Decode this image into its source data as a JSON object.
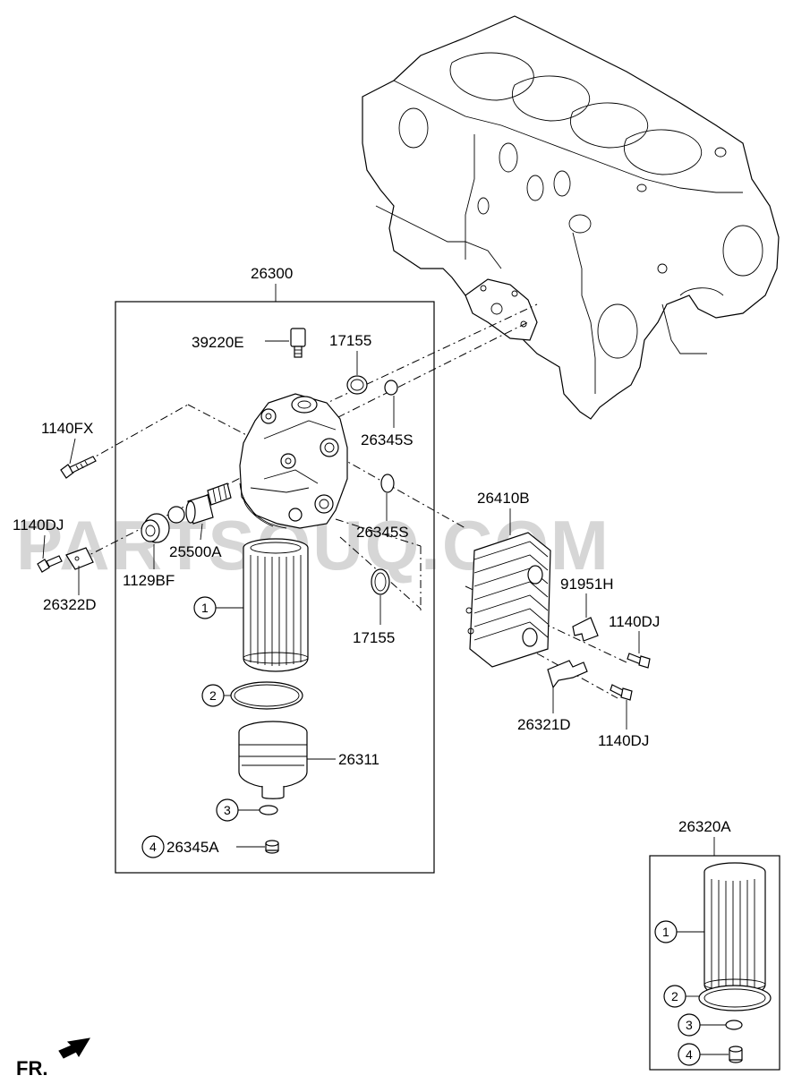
{
  "watermark": "PARTSOUQ.COM",
  "orientation_label": "FR.",
  "assembly_main": {
    "label": "26300"
  },
  "assembly_kit": {
    "label": "26320A"
  },
  "callouts": {
    "sensor": "39220E",
    "oring_upper": "17155",
    "seal_upper": "26345S",
    "seal_mid": "26345S",
    "oring_lower": "17155",
    "bolt_fx": "1140FX",
    "bolt_dj_left": "1140DJ",
    "gasket_left": "26322D",
    "plug": "1129BF",
    "valve": "25500A",
    "cooler": "26410B",
    "bracket_upper": "91951H",
    "bolt_dj_upper": "1140DJ",
    "bracket_lower": "26321D",
    "bolt_dj_lower": "1140DJ",
    "cap": "26311",
    "drain_plug": "26345A"
  },
  "circle_numbers": [
    "1",
    "2",
    "3",
    "4"
  ],
  "icons": {
    "arrow": "front-direction-arrow-icon"
  }
}
